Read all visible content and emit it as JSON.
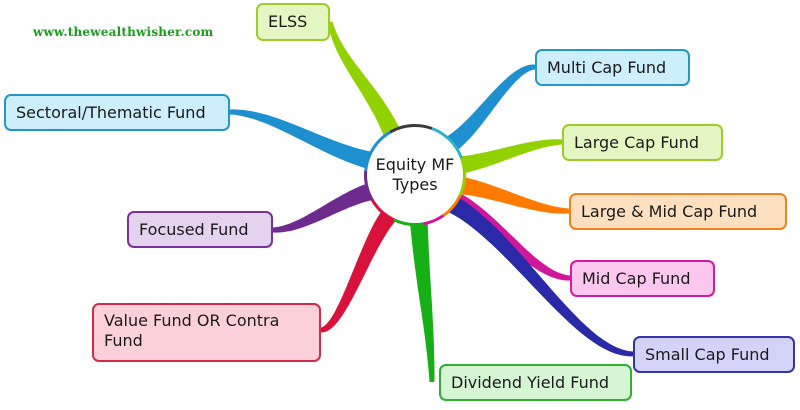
{
  "watermark": "www.thewealthwisher.com",
  "center": {
    "label": "Equity MF Types"
  },
  "nodes": [
    {
      "id": "elss",
      "label": "ELSS",
      "fill": "#e4f7c2",
      "border": "#9ccc2a",
      "branch": "#92d100"
    },
    {
      "id": "multi-cap",
      "label": "Multi Cap Fund",
      "fill": "#cdeefb",
      "border": "#2496c8",
      "branch": "#1e8fcf"
    },
    {
      "id": "large-cap",
      "label": "Large Cap Fund",
      "fill": "#e4f7c2",
      "border": "#9ccc2a",
      "branch": "#92d100"
    },
    {
      "id": "large-mid-cap",
      "label": "Large & Mid Cap Fund",
      "fill": "#fde0c0",
      "border": "#f0821e",
      "branch": "#ff7a00"
    },
    {
      "id": "mid-cap",
      "label": "Mid Cap Fund",
      "fill": "#fcc7ee",
      "border": "#d31aa0",
      "branch": "#d0169b"
    },
    {
      "id": "small-cap",
      "label": "Small Cap Fund",
      "fill": "#d3d3f8",
      "border": "#3434a8",
      "branch": "#2a2aa8"
    },
    {
      "id": "dividend-yield",
      "label": "Dividend Yield Fund",
      "fill": "#d5f5d5",
      "border": "#2fb02f",
      "branch": "#16b016"
    },
    {
      "id": "value-contra",
      "label": "Value Fund OR Contra Fund",
      "fill": "#fcd0d8",
      "border": "#d42a4a",
      "branch": "#d8123a"
    },
    {
      "id": "focused",
      "label": "Focused Fund",
      "fill": "#e3d3ef",
      "border": "#7a2f9a",
      "branch": "#6e2a8c"
    },
    {
      "id": "sectoral-thematic",
      "label": "Sectoral/Thematic Fund",
      "fill": "#cdeefb",
      "border": "#2496c8",
      "branch": "#1e8fcf"
    }
  ]
}
